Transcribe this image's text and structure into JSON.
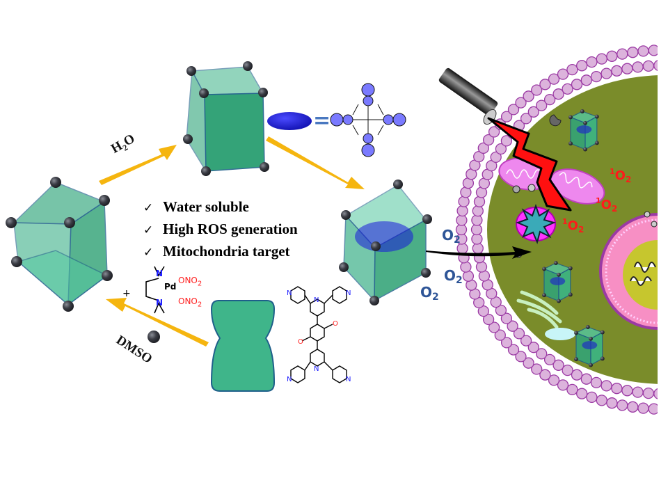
{
  "features": {
    "items": [
      {
        "check": "✓",
        "label": "Water soluble"
      },
      {
        "check": "✓",
        "label": "High ROS generation"
      },
      {
        "check": "✓",
        "label": "Mitochondria target"
      }
    ]
  },
  "arrows": {
    "water_label": {
      "main": "H",
      "sub": "2",
      "tail": "O"
    },
    "dmso_label": "DMSO"
  },
  "ligand_complex": {
    "n_top": "N",
    "n_bottom": "N",
    "metal": "Pd",
    "ono2_top": {
      "main": "ONO",
      "sub": "2"
    },
    "ono2_bottom": {
      "main": "ONO",
      "sub": "2"
    },
    "plus": "+"
  },
  "ligand_organic": {
    "atoms_n": [
      "N",
      "N",
      "N",
      "N",
      "N",
      "N"
    ],
    "atoms_o": [
      "O",
      "O"
    ]
  },
  "guest": {
    "equals": "="
  },
  "oxygen": [
    {
      "main": "O",
      "sub": "2"
    },
    {
      "main": "O",
      "sub": "2"
    },
    {
      "main": "O",
      "sub": "2"
    }
  ],
  "singlet_oxygen": [
    {
      "sup": "1",
      "main": "O",
      "sub": "2"
    },
    {
      "sup": "1",
      "main": "O",
      "sub": "2"
    },
    {
      "sup": "1",
      "main": "O",
      "sub": "2"
    }
  ],
  "colors": {
    "cage_green": "#2fa57a",
    "cage_edge": "#1e5f8a",
    "vertex": "#3a3c44",
    "arrow_yellow": "#f5b50f",
    "cytoplasm": "#7a8c2a",
    "membrane_bead": "#dcb3dc",
    "membrane_edge": "#9b3aa4",
    "mitochondria": "#ee88ee",
    "nucleus_pink": "#f78fc4",
    "nucleolus": "#c6c62e",
    "oxygen_blue": "#2e5597",
    "singlet_red": "#ff1a1a",
    "guest_blue": "#1a1adb"
  }
}
